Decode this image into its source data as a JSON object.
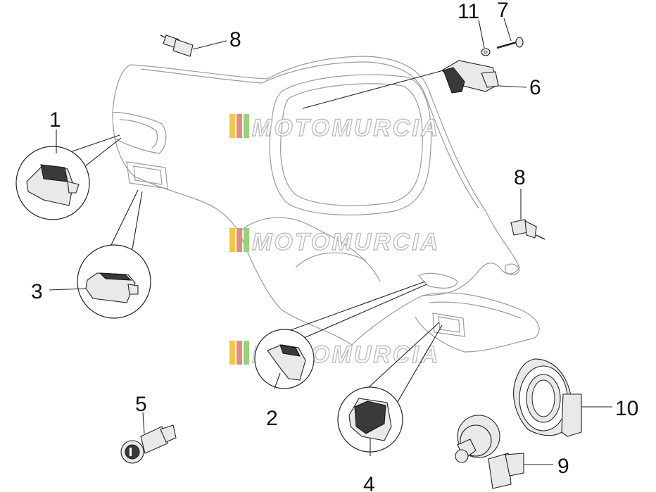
{
  "watermark": {
    "text": "MOTOMURCIA",
    "stripe_colors": [
      "#f2c54c",
      "#e88a7a",
      "#9bd07a"
    ]
  },
  "callouts": [
    {
      "id": "1",
      "label": "1"
    },
    {
      "id": "2",
      "label": "2"
    },
    {
      "id": "3",
      "label": "3"
    },
    {
      "id": "4",
      "label": "4"
    },
    {
      "id": "5",
      "label": "5"
    },
    {
      "id": "6",
      "label": "6"
    },
    {
      "id": "7",
      "label": "7"
    },
    {
      "id": "8a",
      "label": "8"
    },
    {
      "id": "8b",
      "label": "8"
    },
    {
      "id": "9",
      "label": "9"
    },
    {
      "id": "10",
      "label": "10"
    },
    {
      "id": "11",
      "label": "11"
    }
  ]
}
